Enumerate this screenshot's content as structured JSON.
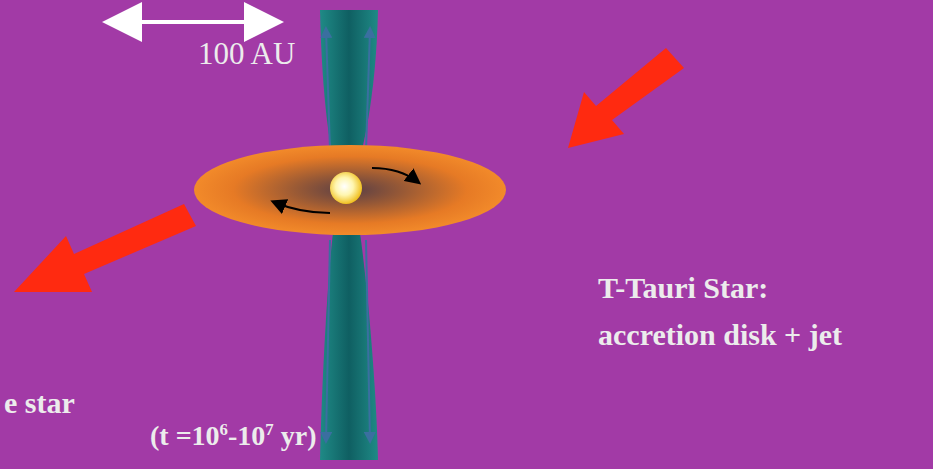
{
  "diagram": {
    "labels": [
      "100 AU",
      "T-Tauri Star: accretion disk + jet",
      "(t =10",
      "6",
      "-10",
      "7",
      "yr)",
      "e star"
    ]
  }
}
